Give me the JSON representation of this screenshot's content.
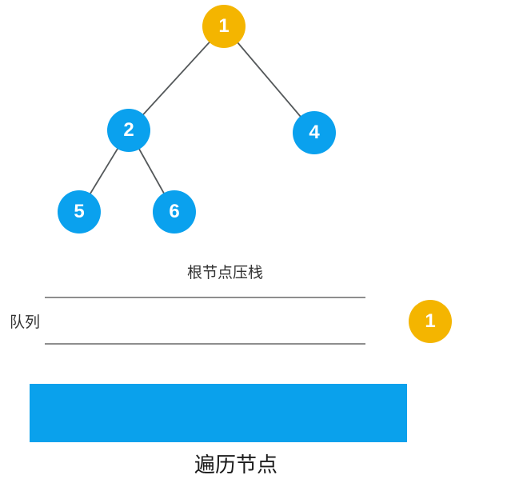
{
  "tree": {
    "nodes": [
      {
        "label": "1",
        "color": "orange"
      },
      {
        "label": "2",
        "color": "blue"
      },
      {
        "label": "4",
        "color": "blue"
      },
      {
        "label": "5",
        "color": "blue"
      },
      {
        "label": "6",
        "color": "blue"
      }
    ],
    "edges": [
      [
        "1",
        "2"
      ],
      [
        "1",
        "4"
      ],
      [
        "2",
        "5"
      ],
      [
        "2",
        "6"
      ]
    ]
  },
  "captions": {
    "push_root": "根节点压栈",
    "visited": "遍历节点"
  },
  "queue": {
    "label": "队列",
    "items": [
      "1"
    ]
  },
  "colors": {
    "node_blue": "#0aa1ee",
    "node_orange": "#f4b500",
    "edge_gray": "#54585a",
    "queue_line_gray": "#8e8e8e",
    "visited_bar_blue": "#0aa1ec",
    "caption_text": "#333333",
    "visited_text": "#1a1a1a"
  }
}
